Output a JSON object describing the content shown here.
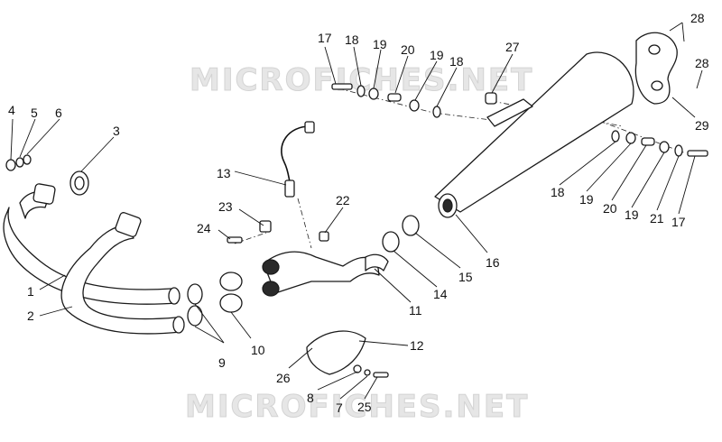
{
  "watermarks": [
    "MICROFICHES.NET",
    "MICROFICHES.NET"
  ],
  "callouts": [
    {
      "id": "c1",
      "text": "1"
    },
    {
      "id": "c2",
      "text": "2"
    },
    {
      "id": "c3",
      "text": "3"
    },
    {
      "id": "c4",
      "text": "4"
    },
    {
      "id": "c5",
      "text": "5"
    },
    {
      "id": "c6",
      "text": "6"
    },
    {
      "id": "c7",
      "text": "7"
    },
    {
      "id": "c8",
      "text": "8"
    },
    {
      "id": "c9",
      "text": "9"
    },
    {
      "id": "c10",
      "text": "10"
    },
    {
      "id": "c11",
      "text": "11"
    },
    {
      "id": "c12",
      "text": "12"
    },
    {
      "id": "c13",
      "text": "13"
    },
    {
      "id": "c14",
      "text": "14"
    },
    {
      "id": "c15",
      "text": "15"
    },
    {
      "id": "c16",
      "text": "16"
    },
    {
      "id": "c17a",
      "text": "17"
    },
    {
      "id": "c17b",
      "text": "17"
    },
    {
      "id": "c18a",
      "text": "18"
    },
    {
      "id": "c18b",
      "text": "18"
    },
    {
      "id": "c18c",
      "text": "18"
    },
    {
      "id": "c19a",
      "text": "19"
    },
    {
      "id": "c19b",
      "text": "19"
    },
    {
      "id": "c19c",
      "text": "19"
    },
    {
      "id": "c19d",
      "text": "19"
    },
    {
      "id": "c20a",
      "text": "20"
    },
    {
      "id": "c20b",
      "text": "20"
    },
    {
      "id": "c21",
      "text": "21"
    },
    {
      "id": "c22",
      "text": "22"
    },
    {
      "id": "c23",
      "text": "23"
    },
    {
      "id": "c24",
      "text": "24"
    },
    {
      "id": "c25",
      "text": "25"
    },
    {
      "id": "c26",
      "text": "26"
    },
    {
      "id": "c27",
      "text": "27"
    },
    {
      "id": "c28a",
      "text": "28"
    },
    {
      "id": "c28b",
      "text": "28"
    },
    {
      "id": "c29",
      "text": "29"
    }
  ]
}
